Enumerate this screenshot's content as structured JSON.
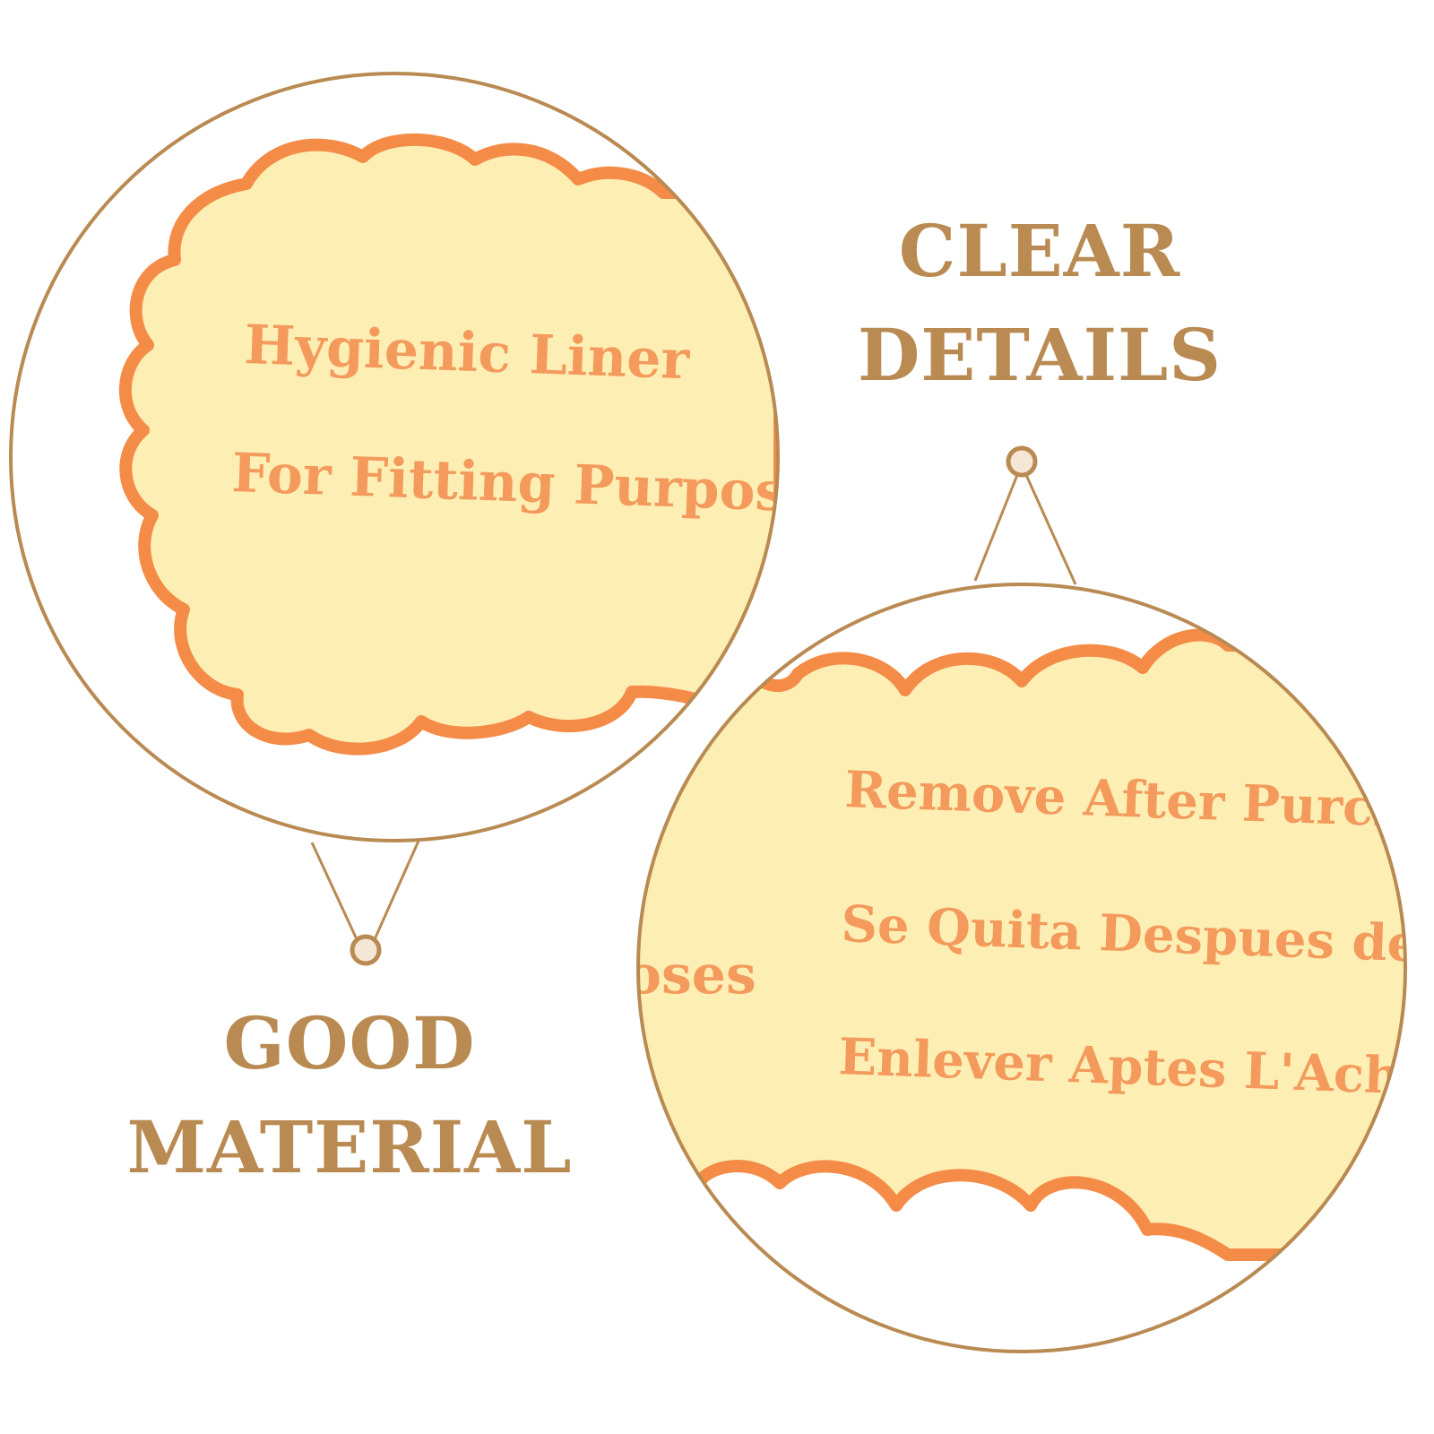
{
  "colors": {
    "gold": "#b98a52",
    "liner_fill": "#fdefb4",
    "liner_edge": "#f48c48",
    "liner_text": "#f39a5c",
    "connector_dot": "#f6e6d6"
  },
  "headings": {
    "clear_details": {
      "line1": "CLEAR",
      "line2": "DETAILS"
    },
    "good_material": {
      "line1": "GOOD",
      "line2": "MATERIAL"
    }
  },
  "left_zoom": {
    "line1": "Hygienic Liner",
    "line2": "For Fitting Purpos"
  },
  "right_zoom": {
    "fragment": "oses",
    "line1": "Remove After Purcha",
    "line2": "Se Quita Despues de C",
    "line3": "Enlever Aptes L'Acha"
  }
}
